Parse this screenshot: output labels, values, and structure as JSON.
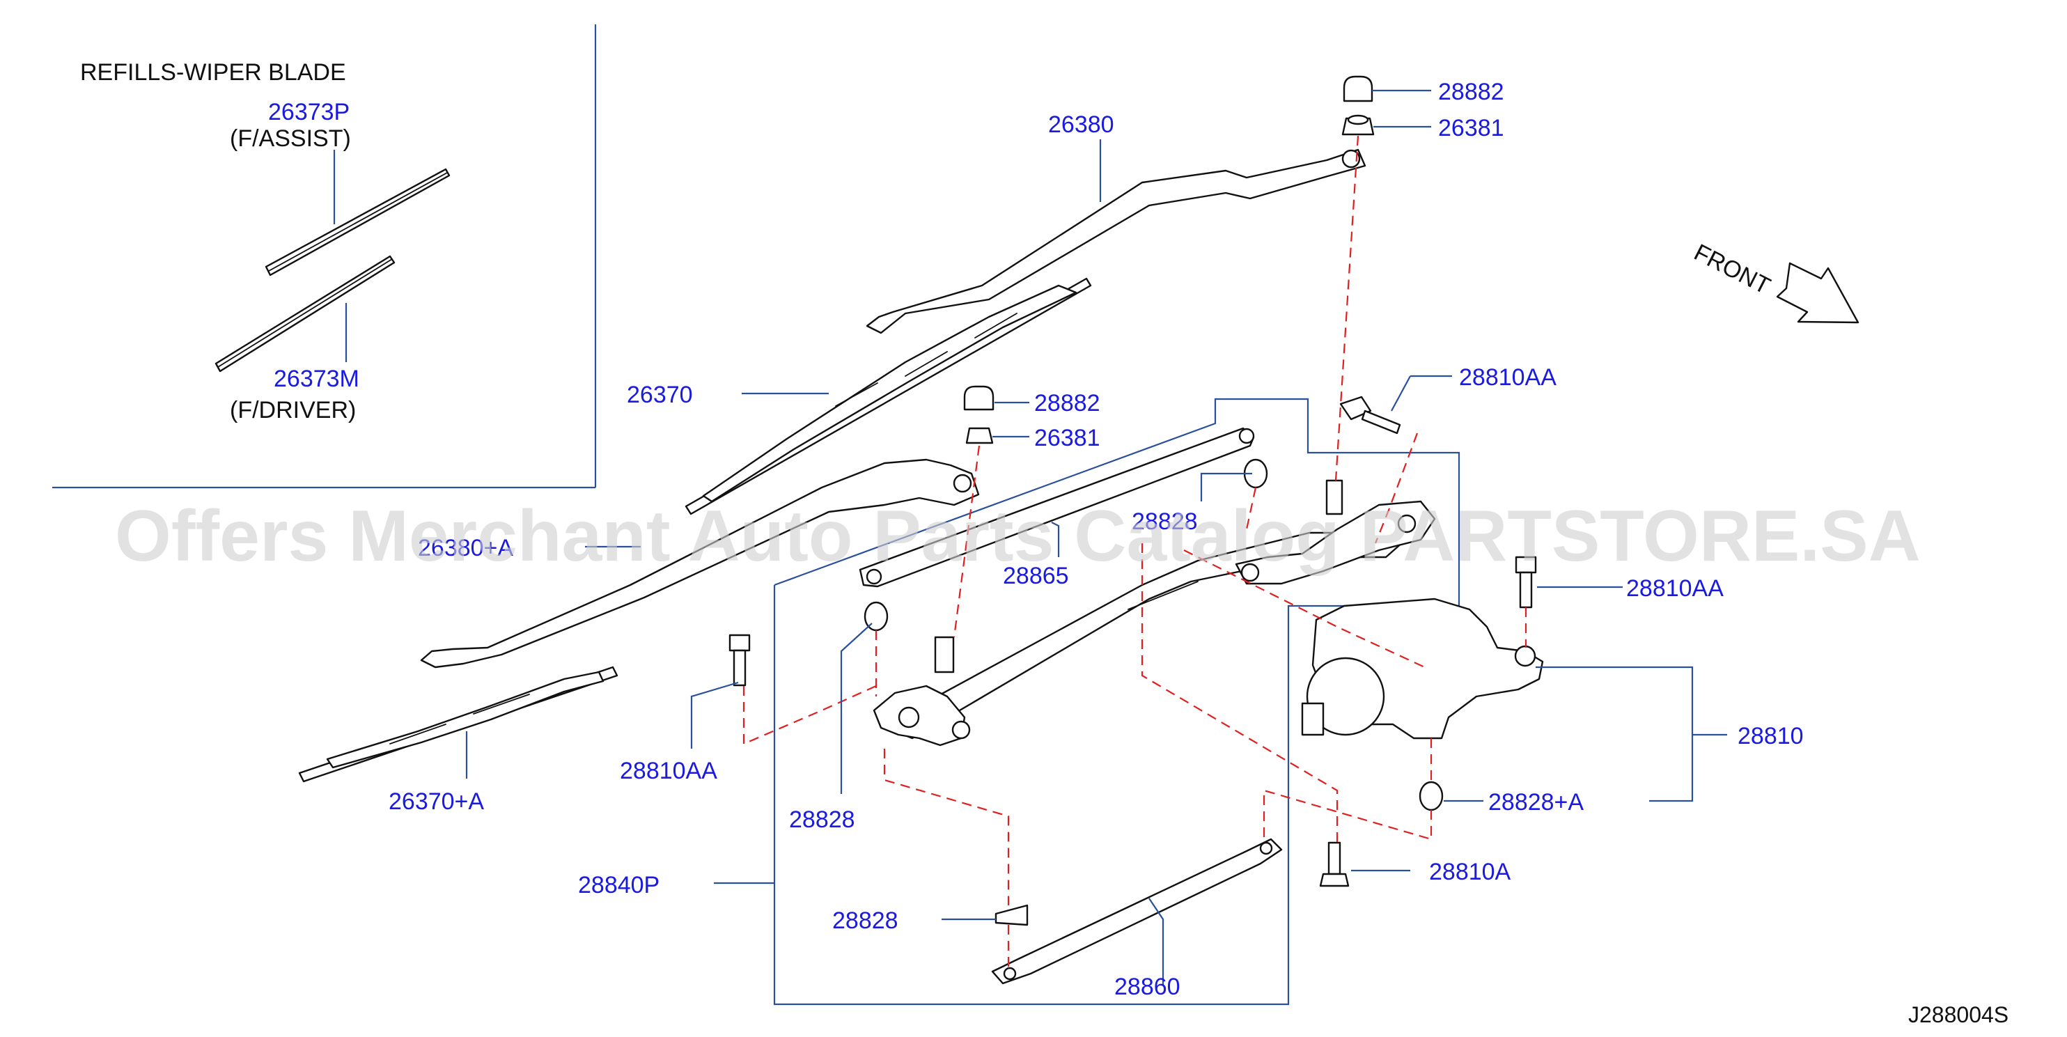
{
  "inset": {
    "title": "REFILLS-WIPER   BLADE",
    "assist_part": "26373P",
    "assist_note": "(F/ASSIST)",
    "driver_part": "26373M",
    "driver_note": "(F/DRIVER)"
  },
  "front_label": "FRONT",
  "watermark": "Offers Merchant Auto Parts Catalog PARTSTORE.SA",
  "diagram_code": "J288004S",
  "callouts": {
    "p28882_top": "28882",
    "p26381_top": "26381",
    "p26380": "26380",
    "p26370": "26370",
    "p28882_mid": "28882",
    "p26381_mid": "26381",
    "p28810AA_top": "28810AA",
    "p26380A": "26380+A",
    "p28828_mid": "28828",
    "p28865": "28865",
    "p28810AA_right": "28810AA",
    "p28810": "28810",
    "p28810AA_left": "28810AA",
    "p26370A": "26370+A",
    "p28828_left": "28828",
    "p28828A": "28828+A",
    "p28810A": "28810A",
    "p28840P": "28840P",
    "p28828_bottom": "28828",
    "p28860": "28860"
  },
  "colors": {
    "part_number": "#1a1ae0",
    "leader": "#2a4f9c",
    "dash": "#e02020",
    "ink": "#111111",
    "watermark": "#cfcfcf"
  }
}
